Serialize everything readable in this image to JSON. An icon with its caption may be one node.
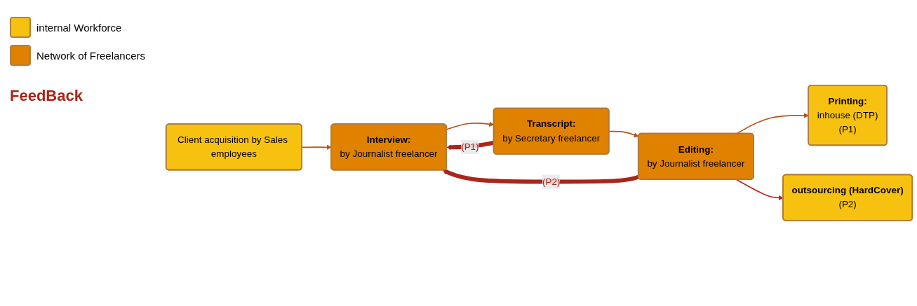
{
  "diagram": {
    "nodes": [
      {
        "text": [
          "Client acquisition by Sales employees"
        ]
      },
      {
        "text": [
          "Interview:",
          "by Journalist freelancer"
        ]
      },
      {
        "text": [
          "Transcript:",
          "by Secretary freelancer"
        ]
      },
      {
        "text": [
          "Editing:",
          "by Journalist freelancer"
        ]
      },
      {
        "text": [
          "Printing:",
          "inhouse (DTP)",
          "(P1)"
        ]
      },
      {
        "text": [
          "outsourcing (HardCover)",
          "(P2)"
        ]
      }
    ],
    "edges": [
      {
        "from": 0,
        "to": 1,
        "arrow": "to"
      },
      {
        "from": 1,
        "to": 2,
        "arrow": "to"
      },
      {
        "from": 2,
        "to": 3,
        "arrow": "to"
      },
      {
        "from": 3,
        "to": 4,
        "arrow": "to"
      },
      {
        "from": 3,
        "to": 5,
        "arrow": "to",
        "color": "#c0201a"
      },
      {
        "from": 2,
        "to": 1,
        "arrow": "to",
        "label": "(P1)",
        "style": "thick",
        "color": "#a8261a"
      },
      {
        "from": 3,
        "to": 1,
        "arrow": "to",
        "label": "(P2)",
        "style": "thick",
        "color": "#a8261a"
      }
    ],
    "labels": [
      "FeedBack"
    ],
    "legend": [
      {
        "text": "internal Workforce",
        "color": "#f6c20f"
      },
      {
        "text": "Network of Freelancers",
        "color": "#e08100"
      }
    ]
  }
}
